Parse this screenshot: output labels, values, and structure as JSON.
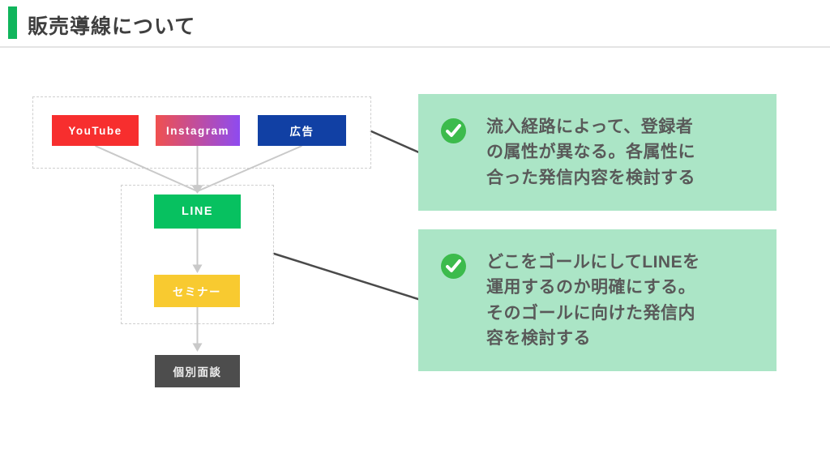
{
  "header": {
    "title": "販売導線について",
    "accent_color": "#10b55c"
  },
  "flow": {
    "sources": [
      {
        "label": "YouTube",
        "bg": "#f72e2e"
      },
      {
        "label": "Instagram",
        "bg": "linear-gradient(90deg, #f0504f, #8e4bf0)"
      },
      {
        "label": "広告",
        "bg": "#1140a4"
      }
    ],
    "line": {
      "label": "LINE",
      "bg": "#07c160"
    },
    "seminar": {
      "label": "セミナー",
      "bg": "#f8ca30"
    },
    "interview": {
      "label": "個別面談",
      "bg": "#4d4d4d"
    }
  },
  "callouts": [
    {
      "icon": "check-circle",
      "icon_color": "#3cbb4c",
      "bg": "#abe5c6",
      "text": "流入経路によって、登録者\nの属性が異なる。各属性に\n合った発信内容を検討する"
    },
    {
      "icon": "check-circle",
      "icon_color": "#3cbb4c",
      "bg": "#abe5c6",
      "text": "どこをゴールにしてLINEを\n運用するのか明確にする。\nそのゴールに向けた発信内\n容を検討する"
    }
  ],
  "colors": {
    "arrow_gray": "#c9c9c9",
    "connector_dark": "#4a4a4a",
    "divider": "#e4e4e4",
    "text_dark": "#595959"
  }
}
